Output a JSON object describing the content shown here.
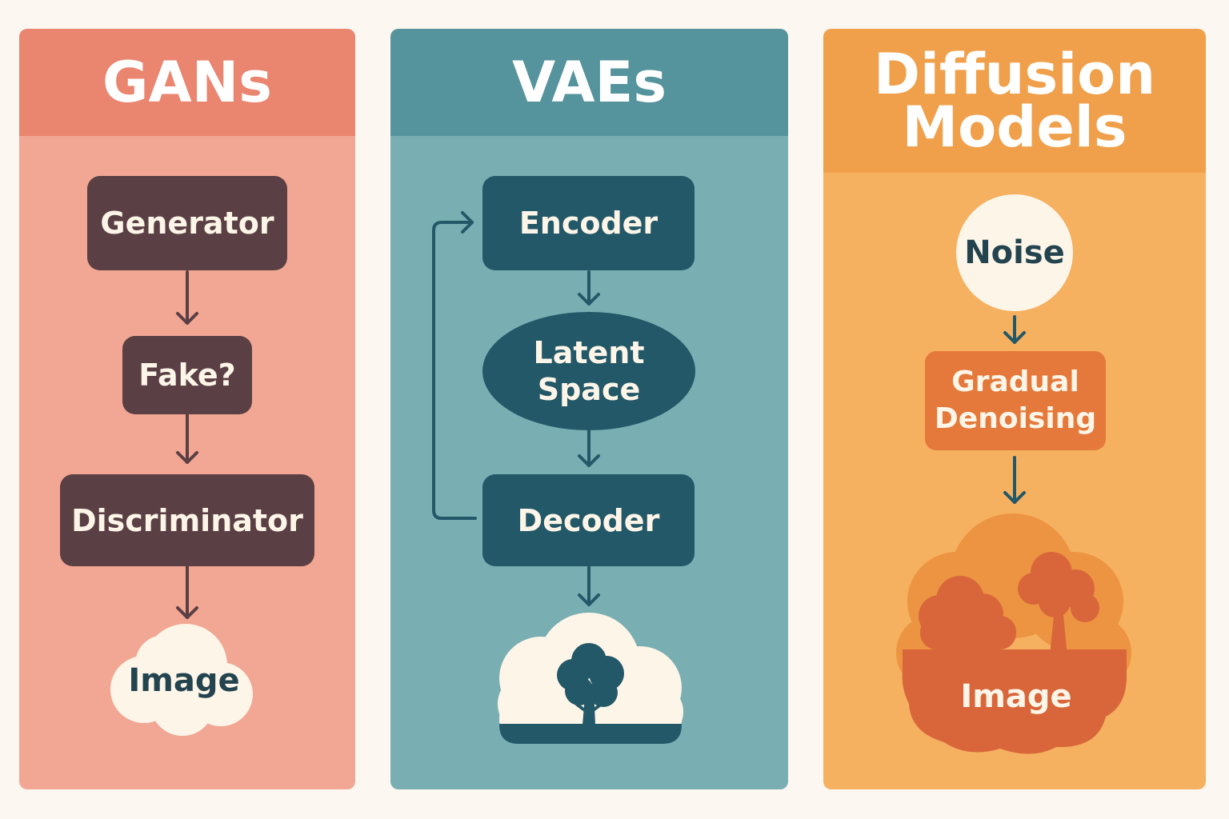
{
  "panels": {
    "gans": {
      "title": "GANs",
      "nodes": {
        "generator": "Generator",
        "fake": "Fake?",
        "discriminator": "Discriminator",
        "image": "Image"
      }
    },
    "vaes": {
      "title": "VAEs",
      "nodes": {
        "encoder": "Encoder",
        "latent": "Latent Space",
        "decoder": "Decoder"
      },
      "output_icon": "tree-cloud-icon"
    },
    "diffusion": {
      "title": "Diffusion Models",
      "nodes": {
        "noise": "Noise",
        "denoising": "Gradual Denoising",
        "image": "Image"
      },
      "output_icon": "trees-cloud-icon"
    }
  },
  "colors": {
    "background": "#fcf7f0",
    "gans_header": "#ea8570",
    "gans_body": "#f1a793",
    "gans_node": "#5a3f44",
    "vaes_header": "#55939d",
    "vaes_body": "#79aeb3",
    "vaes_node": "#235868",
    "diffusion_header": "#f0a04b",
    "diffusion_body": "#f5b060",
    "diffusion_node": "#e5793b",
    "cream": "#fdf5e8"
  }
}
